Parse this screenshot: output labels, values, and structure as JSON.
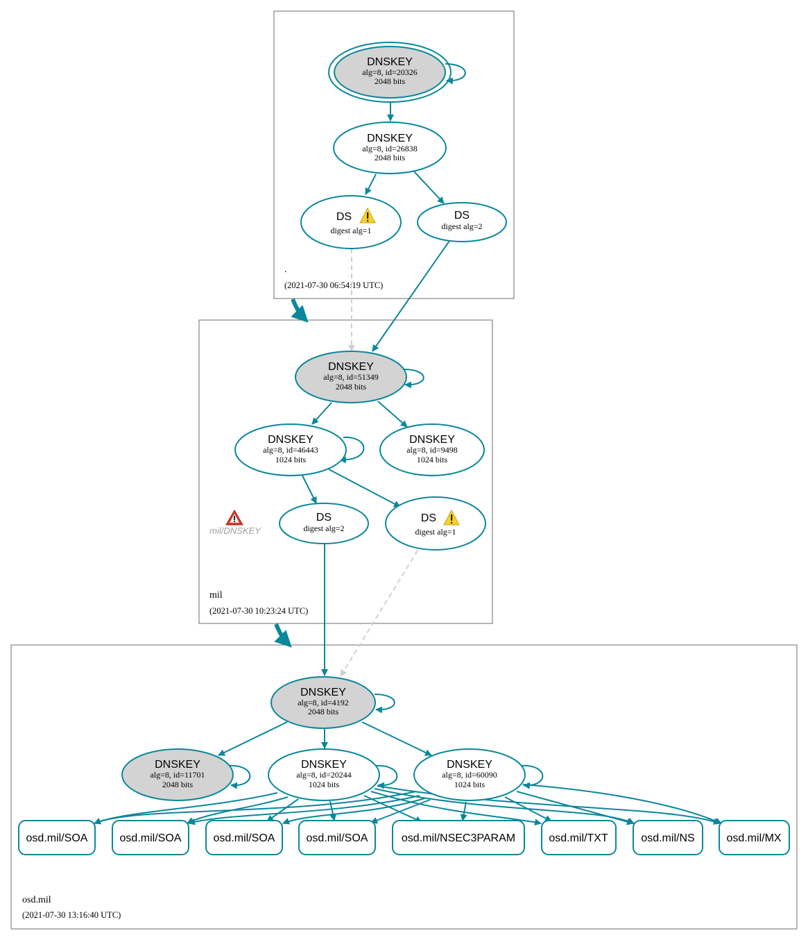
{
  "colors": {
    "edge": "#0a879a",
    "ksk_fill": "#d3d3d3",
    "key_fill": "#ffffff",
    "insecure_edge": "#d0d0d0",
    "zone_border": "#6b6b6b",
    "warn_fill": "#f5d02e",
    "error_fill": "#d9362b"
  },
  "zones": {
    "root": {
      "name": ".",
      "time": "(2021-07-30 06:54:19 UTC)"
    },
    "mil": {
      "name": "mil",
      "time": "(2021-07-30 10:23:24 UTC)",
      "error_label": "mil/DNSKEY"
    },
    "osd": {
      "name": "osd.mil",
      "time": "(2021-07-30 13:16:40 UTC)"
    }
  },
  "nodes": {
    "root_ksk": {
      "title": "DNSKEY",
      "line1": "alg=8, id=20326",
      "line2": "2048 bits"
    },
    "root_zsk": {
      "title": "DNSKEY",
      "line1": "alg=8, id=26838",
      "line2": "2048 bits"
    },
    "root_ds1": {
      "title": "DS",
      "line1": "digest alg=1",
      "warning": true
    },
    "root_ds2": {
      "title": "DS",
      "line1": "digest alg=2"
    },
    "mil_ksk": {
      "title": "DNSKEY",
      "line1": "alg=8, id=51349",
      "line2": "2048 bits"
    },
    "mil_zsk1": {
      "title": "DNSKEY",
      "line1": "alg=8, id=46443",
      "line2": "1024 bits"
    },
    "mil_zsk2": {
      "title": "DNSKEY",
      "line1": "alg=8, id=9498",
      "line2": "1024 bits"
    },
    "mil_ds2": {
      "title": "DS",
      "line1": "digest alg=2"
    },
    "mil_ds1": {
      "title": "DS",
      "line1": "digest alg=1",
      "warning": true
    },
    "osd_ksk": {
      "title": "DNSKEY",
      "line1": "alg=8, id=4192",
      "line2": "2048 bits"
    },
    "osd_k11701": {
      "title": "DNSKEY",
      "line1": "alg=8, id=11701",
      "line2": "2048 bits"
    },
    "osd_k20244": {
      "title": "DNSKEY",
      "line1": "alg=8, id=20244",
      "line2": "1024 bits"
    },
    "osd_k60090": {
      "title": "DNSKEY",
      "line1": "alg=8, id=60090",
      "line2": "1024 bits"
    }
  },
  "rrsets": [
    {
      "id": "rr1",
      "label": "osd.mil/SOA"
    },
    {
      "id": "rr2",
      "label": "osd.mil/SOA"
    },
    {
      "id": "rr3",
      "label": "osd.mil/SOA"
    },
    {
      "id": "rr4",
      "label": "osd.mil/SOA"
    },
    {
      "id": "rr5",
      "label": "osd.mil/NSEC3PARAM"
    },
    {
      "id": "rr6",
      "label": "osd.mil/TXT"
    },
    {
      "id": "rr7",
      "label": "osd.mil/NS"
    },
    {
      "id": "rr8",
      "label": "osd.mil/MX"
    }
  ]
}
